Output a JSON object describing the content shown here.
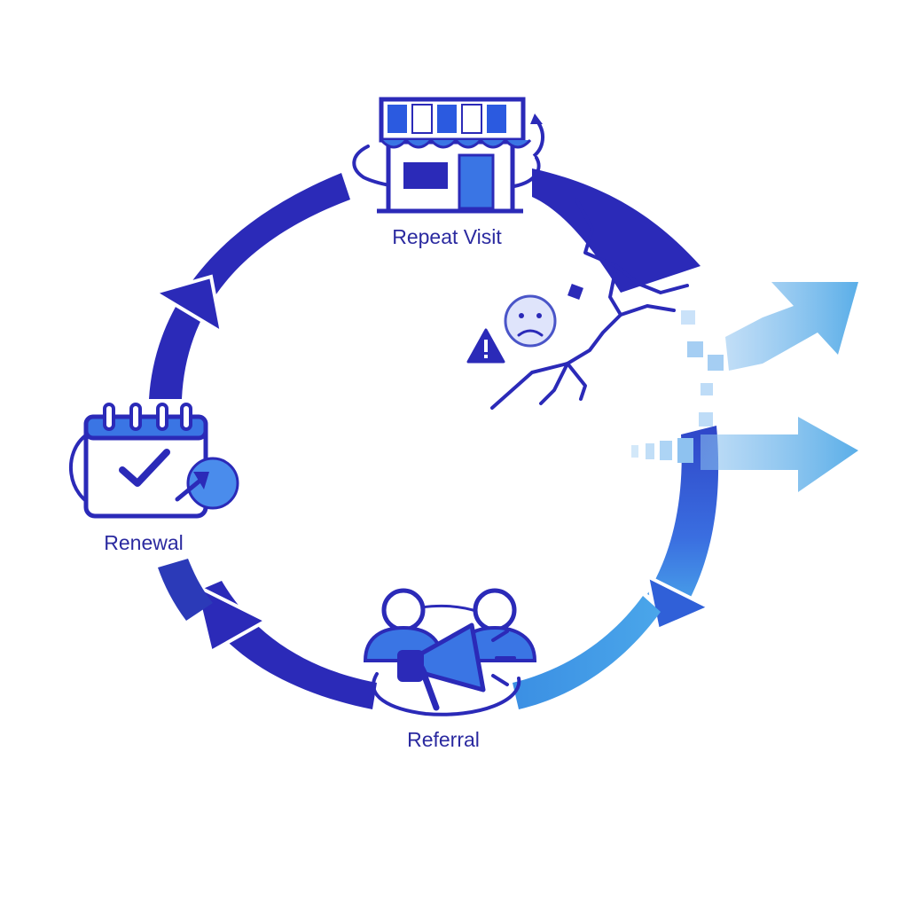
{
  "diagram": {
    "stages": [
      {
        "label": "Repeat Visit",
        "icon": "storefront-icon"
      },
      {
        "label": "Referral",
        "icon": "megaphone-people-icon"
      },
      {
        "label": "Renewal",
        "icon": "calendar-check-icon"
      }
    ],
    "break_point": {
      "icons": [
        "crack-icon",
        "sad-face-icon",
        "warning-icon"
      ]
    },
    "exit_arrows": [
      "exit-arrow-upper",
      "exit-arrow-lower"
    ],
    "colors": {
      "dark_blue": "#2b2ab8",
      "mid_blue": "#3a6ee0",
      "light_blue": "#5aaee8",
      "label": "#2b2aa0"
    }
  }
}
